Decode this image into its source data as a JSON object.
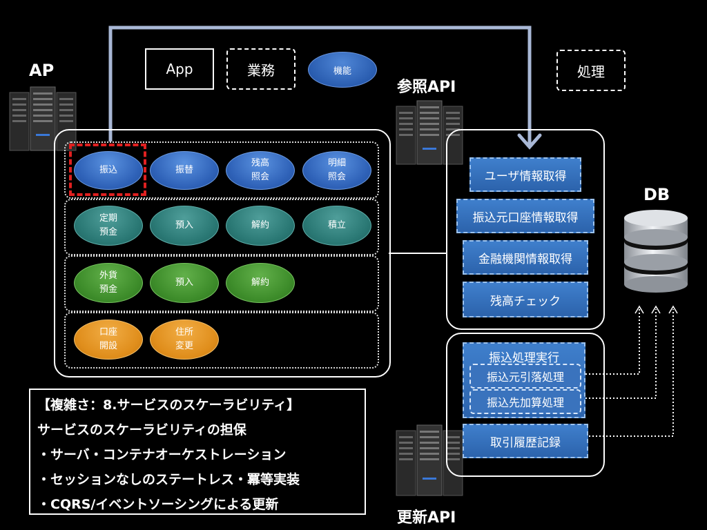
{
  "labels": {
    "ap": "AP",
    "ref_api": "参照API",
    "upd_api": "更新API",
    "db": "DB"
  },
  "legend": {
    "app": "App",
    "gyomu": "業務",
    "kino": "機能",
    "shori": "処理"
  },
  "rows": [
    {
      "color": "blue",
      "items": [
        [
          "振込"
        ],
        [
          "振替"
        ],
        [
          "残高",
          "照会"
        ],
        [
          "明細",
          "照会"
        ]
      ]
    },
    {
      "color": "teal",
      "items": [
        [
          "定期",
          "預金"
        ],
        [
          "預入"
        ],
        [
          "解約"
        ],
        [
          "積立"
        ]
      ]
    },
    {
      "color": "green",
      "items": [
        [
          "外貨",
          "預金"
        ],
        [
          "預入"
        ],
        [
          "解約"
        ]
      ]
    },
    {
      "color": "orange",
      "items": [
        [
          "口座",
          "開設"
        ],
        [
          "住所",
          "変更"
        ]
      ]
    }
  ],
  "ref_api": {
    "items": [
      "ユーザ情報取得",
      "振込元口座情報取得",
      "金融機関情報取得",
      "残高チェック"
    ]
  },
  "upd_api": {
    "group_title": "振込処理実行",
    "group_items": [
      "振込元引落処理",
      "振込先加算処理"
    ],
    "extra": "取引履歴記録"
  },
  "notes": [
    "【複雑さ：8.サービスのスケーラビリティ】",
    "サービスのスケーラビリティの担保",
    "・サーバ・コンテナオーケストレーション",
    "・セッションなしのステートレス・冪等実装",
    "・CQRS/イベントソーシングによる更新"
  ],
  "colors": {
    "blue": "#2f62b8",
    "teal": "#2a7874",
    "green": "#3d8c2a",
    "orange": "#e08e1c",
    "arrow": "#a9b8d6",
    "highlight": "#e02020"
  },
  "icons": [
    "server-icon",
    "database-icon"
  ]
}
